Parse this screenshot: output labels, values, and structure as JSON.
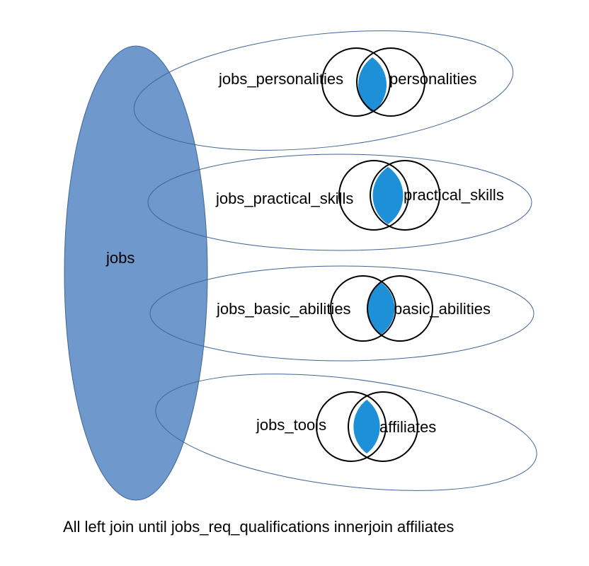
{
  "colors": {
    "jobs_fill": "#6f98cc",
    "jobs_stroke": "#3f6597",
    "group_stroke": "#3f6597",
    "intersection_fill": "#1e90d8",
    "circle_stroke": "#000000",
    "text": "#000000"
  },
  "diagram": {
    "main_set": {
      "label": "jobs"
    },
    "joins": [
      {
        "left_label": "jobs_personalities",
        "right_label": "personalities"
      },
      {
        "left_label": "jobs_practical_skills",
        "right_label": "practical_skills"
      },
      {
        "left_label": "jobs_basic_abilities",
        "right_label": "basic_abilities"
      },
      {
        "left_label": "jobs_tools",
        "right_label": "affiliates"
      }
    ],
    "caption": "All left join until jobs_req_qualifications innerjoin affiliates"
  }
}
